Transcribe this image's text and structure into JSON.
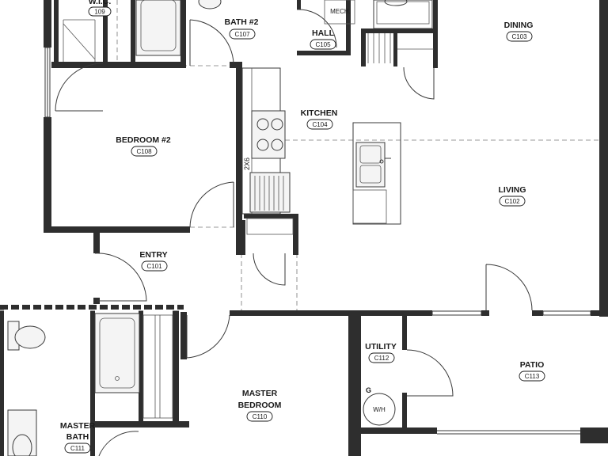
{
  "rooms": {
    "wic": {
      "name": "W.I.C.",
      "code": "109"
    },
    "bath2": {
      "name": "BATH #2",
      "code": "C107"
    },
    "hall": {
      "name": "HALL",
      "code": "C105"
    },
    "mech": {
      "name": "MECH."
    },
    "dining": {
      "name": "DINING",
      "code": "C103"
    },
    "kitchen": {
      "name": "KITCHEN",
      "code": "C104"
    },
    "bedroom2": {
      "name": "BEDROOM #2",
      "code": "C108"
    },
    "living": {
      "name": "LIVING",
      "code": "C102"
    },
    "entry": {
      "name": "ENTRY",
      "code": "C101"
    },
    "utility": {
      "name": "UTILITY",
      "code": "C112"
    },
    "patio": {
      "name": "PATIO",
      "code": "C113"
    },
    "master_bedroom": {
      "name_line1": "MASTER",
      "name_line2": "BEDROOM",
      "code": "C110"
    },
    "master_bath": {
      "name_line1": "MASTER",
      "name_line2": "BATH",
      "code": "C111"
    }
  },
  "annotations": {
    "wall_size": "2X6",
    "gas_marker": "G",
    "water_heater": "W/H"
  }
}
